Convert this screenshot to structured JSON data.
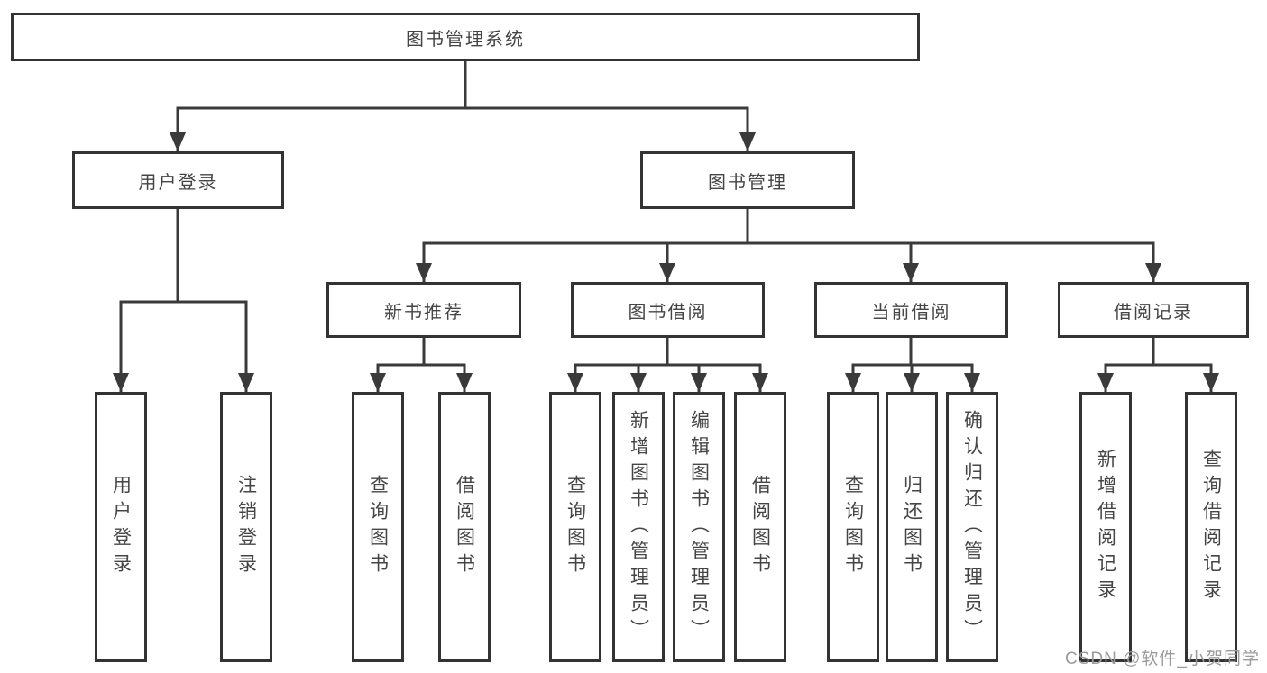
{
  "diagram": {
    "root": {
      "label": "图书管理系统"
    },
    "level2": [
      {
        "label": "用户登录"
      },
      {
        "label": "图书管理"
      }
    ],
    "level3": [
      {
        "label": "新书推荐"
      },
      {
        "label": "图书借阅"
      },
      {
        "label": "当前借阅"
      },
      {
        "label": "借阅记录"
      }
    ],
    "leaves": {
      "user_login": [
        "用户登录",
        "注销登录"
      ],
      "new_book_recommendation": [
        "查询图书",
        "借阅图书"
      ],
      "book_borrowing": [
        "查询图书",
        "新增图书（管理员）",
        "编辑图书（管理员）",
        "借阅图书"
      ],
      "current_borrowing": [
        "查询图书",
        "归还图书",
        "确认归还（管理员）"
      ],
      "borrow_records": [
        "新增借阅记录",
        "查询借阅记录"
      ]
    }
  },
  "watermark": {
    "text": "CSDN @软件_小贺同学"
  },
  "colors": {
    "line": "#3a3a3a",
    "border": "#333333",
    "text": "#454545",
    "background": "#ffffff",
    "watermark": "#9b9b9b"
  }
}
